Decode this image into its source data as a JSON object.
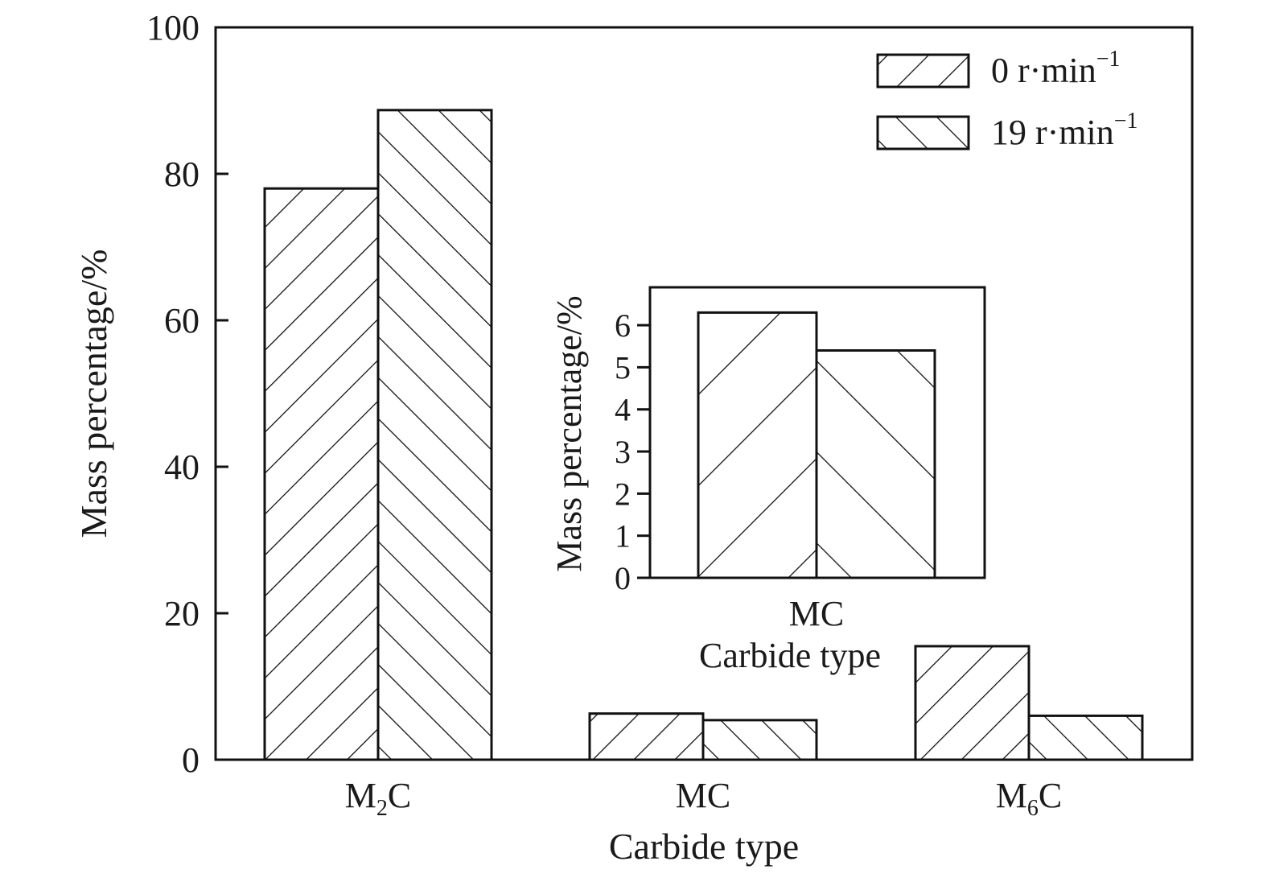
{
  "chart_data": [
    {
      "type": "bar",
      "categories": [
        "M2C",
        "MC",
        "M6C"
      ],
      "category_labels": [
        {
          "base": "M",
          "sub": "2",
          "tail": "C"
        },
        {
          "base": "MC",
          "sub": "",
          "tail": ""
        },
        {
          "base": "M",
          "sub": "6",
          "tail": "C"
        }
      ],
      "series": [
        {
          "name": "0 r·min⁻¹",
          "name_base": "0 r·min",
          "name_sup": "−1",
          "hatch": "forward",
          "values": [
            78,
            6.3,
            15.5
          ]
        },
        {
          "name": "19 r·min⁻¹",
          "name_base": "19 r·min",
          "name_sup": "−1",
          "hatch": "backward",
          "values": [
            88.7,
            5.4,
            6.0
          ]
        }
      ],
      "xlabel": "Carbide type",
      "ylabel": "Mass percentage/%",
      "ylim": [
        0,
        100
      ],
      "yticks": [
        "0",
        "20",
        "40",
        "60",
        "80",
        "100"
      ],
      "legend_position": "top-right",
      "grid": false
    },
    {
      "type": "bar",
      "inset": true,
      "categories": [
        "MC"
      ],
      "series": [
        {
          "name": "0 r·min⁻¹",
          "hatch": "forward",
          "values": [
            6.3
          ]
        },
        {
          "name": "19 r·min⁻¹",
          "hatch": "backward",
          "values": [
            5.4
          ]
        }
      ],
      "xlabel": "Carbide type",
      "ylabel": "Mass percentage/%",
      "ylim": [
        0,
        6.9
      ],
      "yticks": [
        "0",
        "1",
        "2",
        "3",
        "4",
        "5",
        "6"
      ],
      "grid": false
    }
  ]
}
